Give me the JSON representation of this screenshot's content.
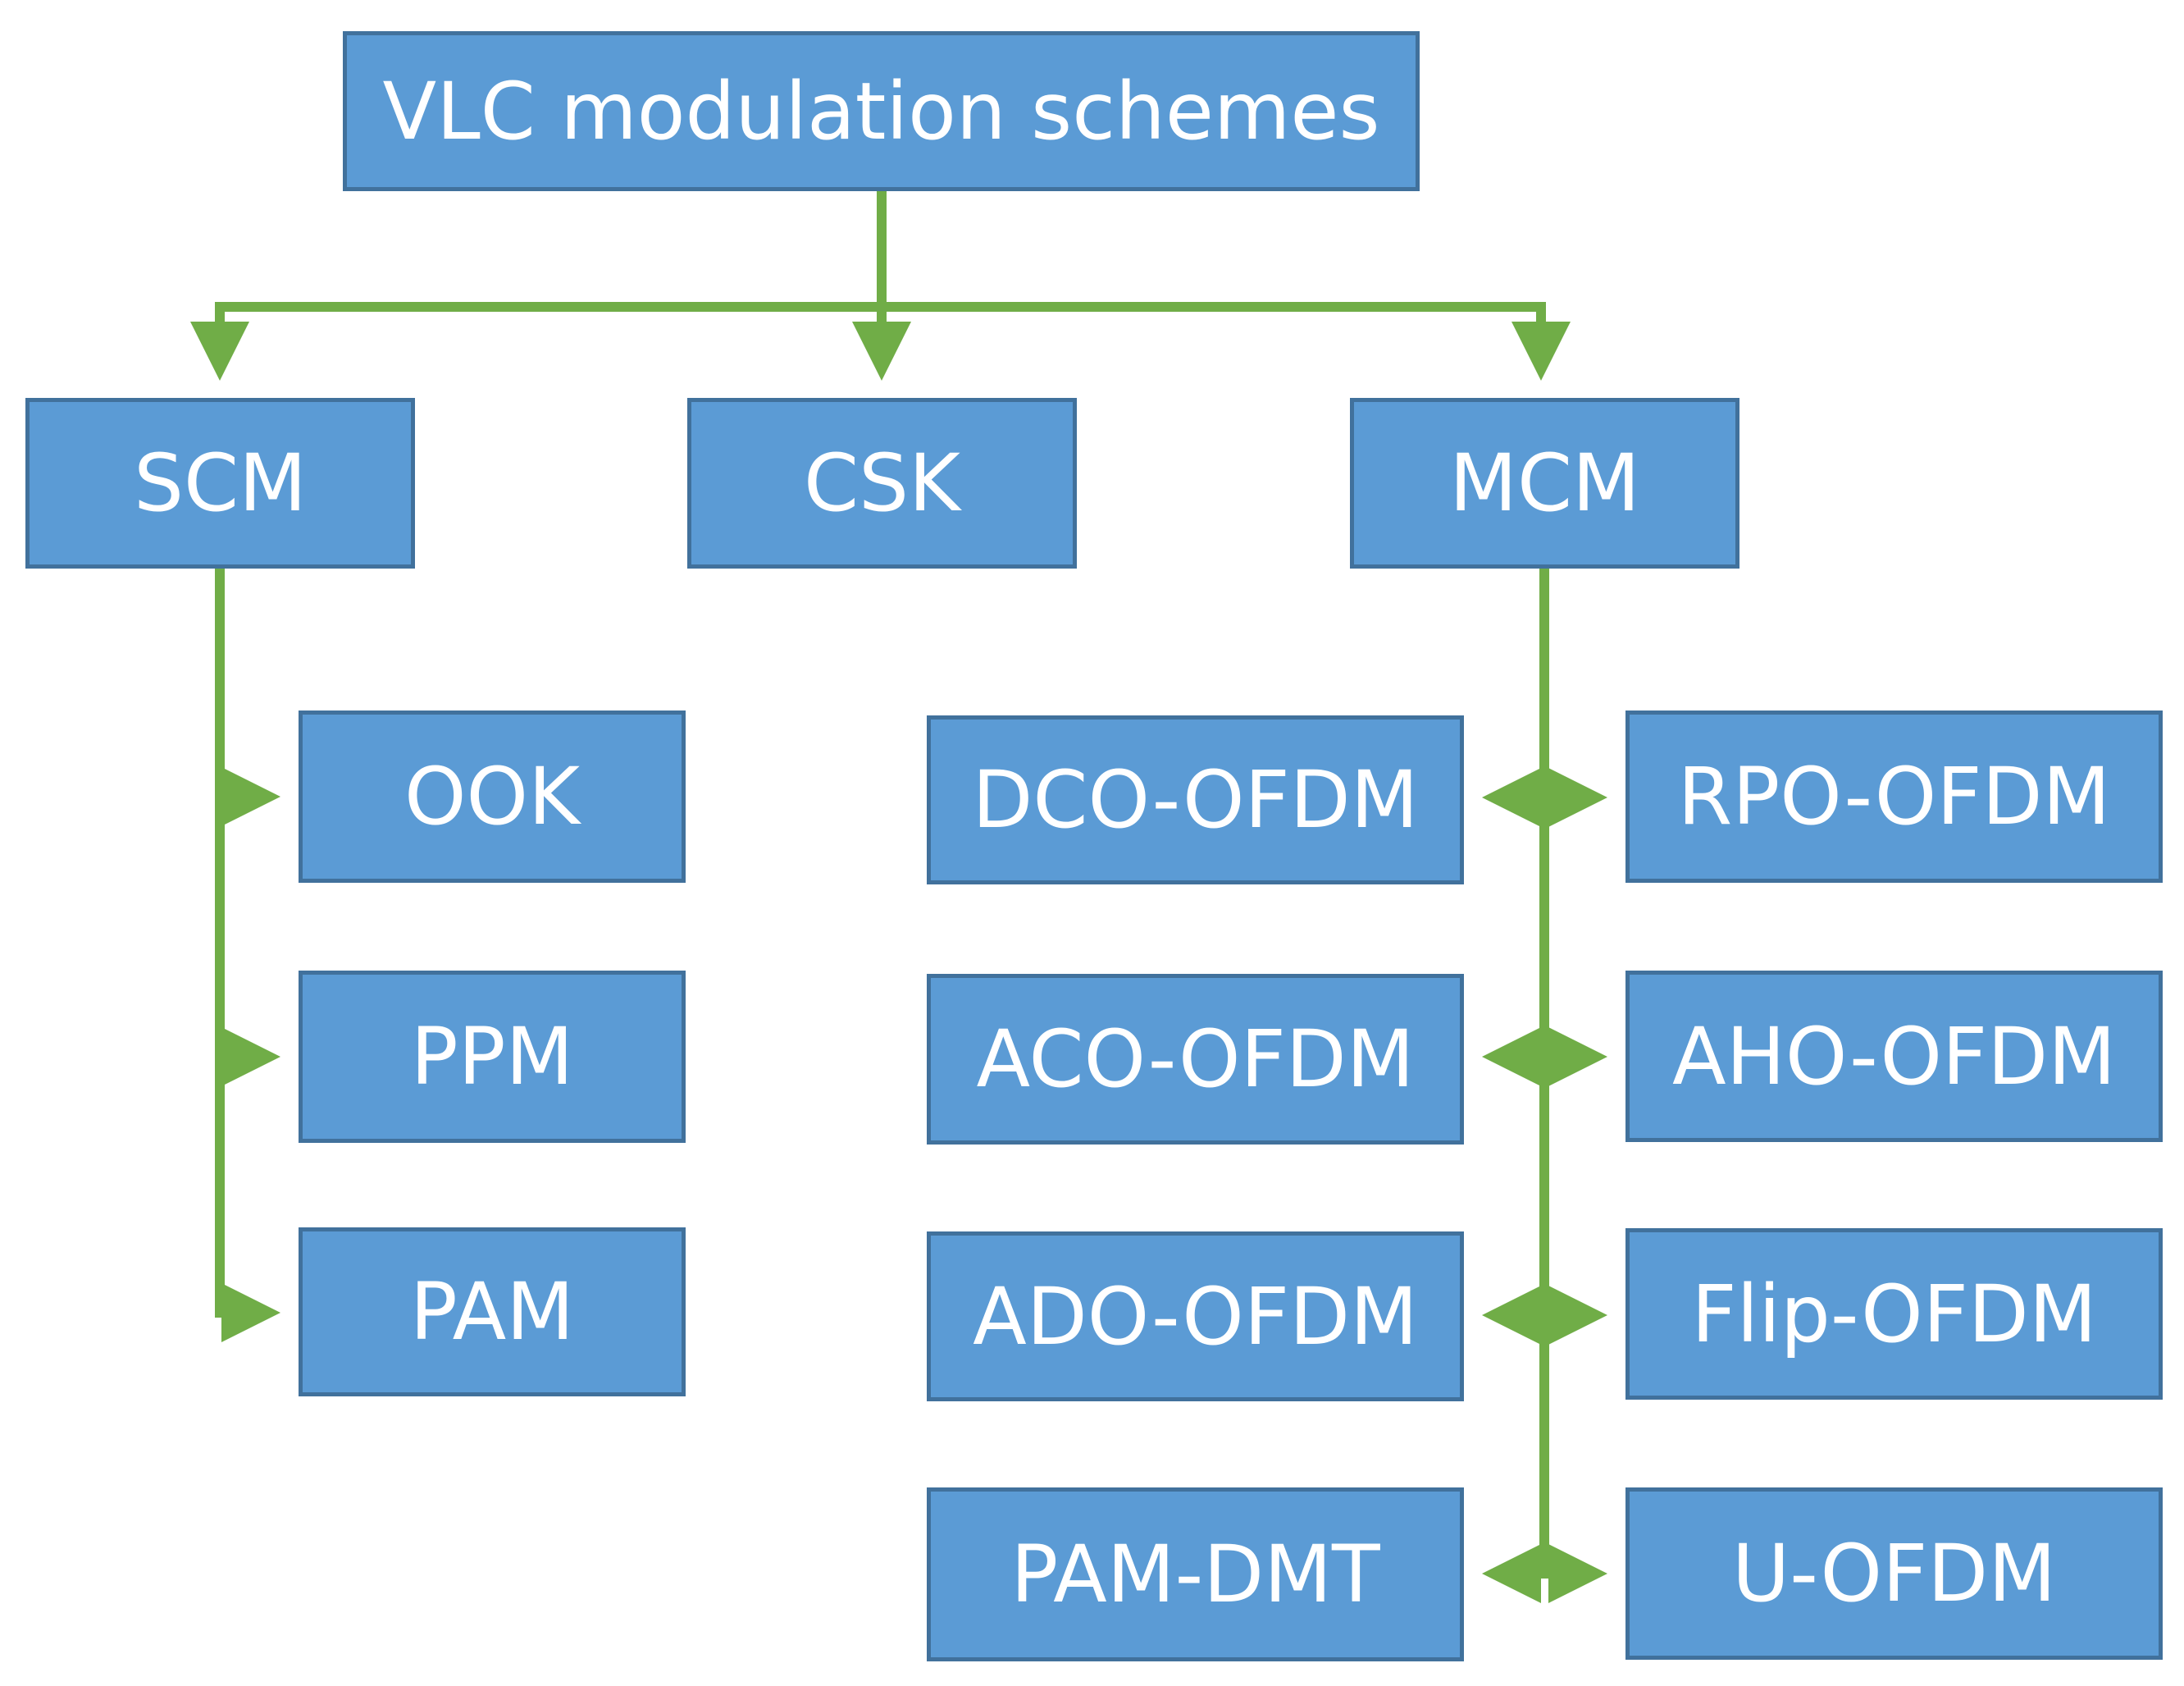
{
  "diagram": {
    "root": "VLC modulation schemes",
    "categories": [
      "SCM",
      "CSK",
      "MCM"
    ],
    "scm_children": [
      "OOK",
      "PPM",
      "PAM"
    ],
    "mcm_left": [
      "DCO-OFDM",
      "ACO-OFDM",
      "ADO-OFDM",
      "PAM-DMT"
    ],
    "mcm_right": [
      "RPO-OFDM",
      "AHO-OFDM",
      "Flip-OFDM",
      "U-OFDM"
    ]
  },
  "colors": {
    "box_fill": "#5b9bd5",
    "box_border": "#41719c",
    "text": "#ffffff",
    "connector": "#70ad47"
  }
}
